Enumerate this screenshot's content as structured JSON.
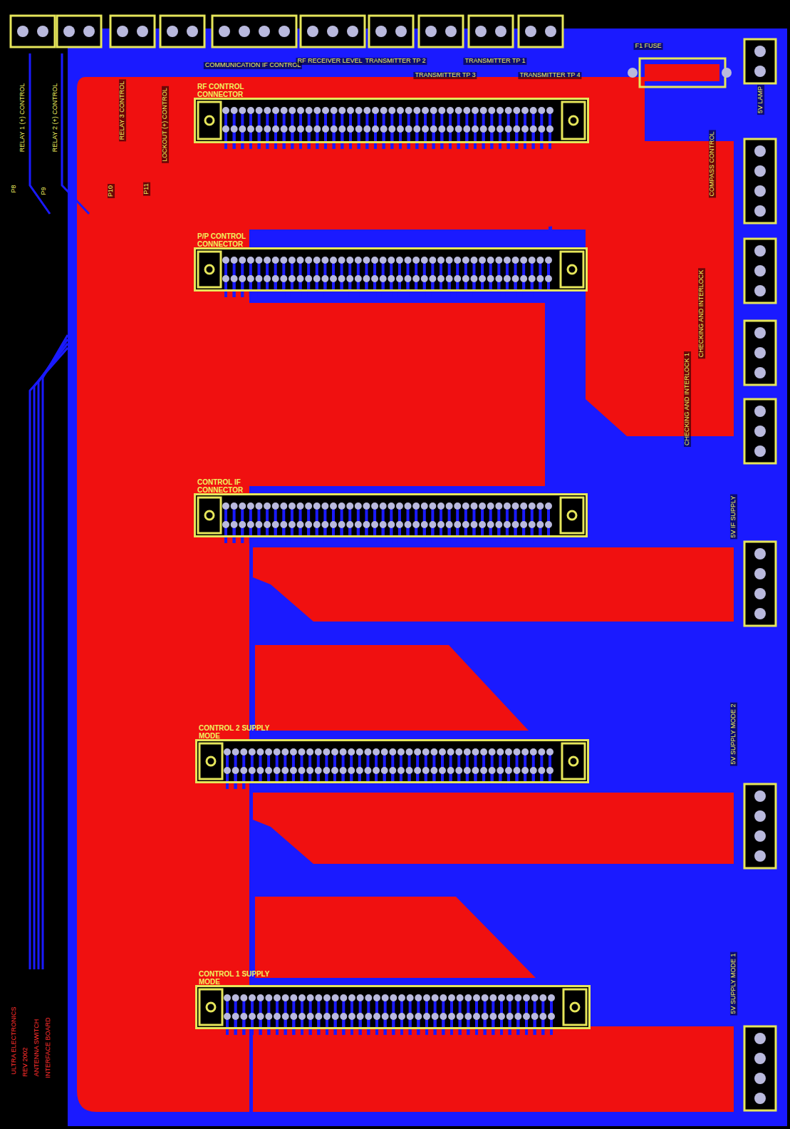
{
  "diagram": {
    "nodes": [
      {
        "text": [
          "RF CONTROL CONNECTOR"
        ]
      },
      {
        "text": [
          "P/P CONTROL CONNECTOR"
        ]
      },
      {
        "text": [
          "CONTROL IF CONNECTOR"
        ]
      },
      {
        "text": [
          "CONTROL 2 SUPPLY MODE"
        ]
      },
      {
        "text": [
          "CONTROL 1 SUPPLY MODE"
        ]
      }
    ],
    "labels": [
      "RELAY 1 (+) CONTROL",
      "RELAY 2 (+) CONTROL",
      "P8",
      "P9",
      "RELAY 3 CONTROL",
      "P10",
      "LOCKOUT (+) CONTROL",
      "P11",
      "COMMUNICATION IF CONTROL",
      "RF RECEIVER LEVEL",
      "TRANSMITTER TP 2",
      "TRANSMITTER TP 3",
      "TRANSMITTER TP 1",
      "TRANSMITTER TP 4",
      "F1 FUSE",
      "5V LAMP",
      "COMPASS CONTROL",
      "CHECKING AND INTERLOCK",
      "CHECKING AND INTERLOCK 1",
      "5V IF SUPPLY",
      "5V SUPPLY MODE 2",
      "5V SUPPLY MODE 1",
      "ULTRA ELECTRONICS",
      "REV 2002",
      "ANTENNA SWITCH",
      "INTERFACE BOARD"
    ]
  }
}
